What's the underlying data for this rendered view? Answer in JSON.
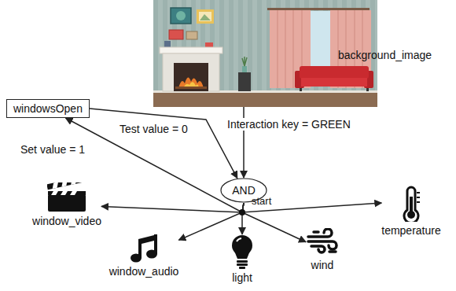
{
  "diagram": {
    "nodes": [
      {
        "text": [
          "background_image"
        ]
      },
      {
        "text": [
          "windowsOpen"
        ]
      },
      {
        "text": [
          "AND"
        ]
      },
      {
        "text": [
          "window_video"
        ]
      },
      {
        "text": [
          "temperature"
        ]
      },
      {
        "text": [
          "window_audio"
        ]
      },
      {
        "text": [
          "light"
        ]
      },
      {
        "text": [
          "wind"
        ]
      }
    ],
    "edges": [
      {
        "from": 0,
        "to": 2,
        "arrow": "to",
        "label": "Interaction key = GREEN"
      },
      {
        "from": 1,
        "to": 2,
        "arrow": "to",
        "label": "Test value = 0"
      },
      {
        "from": 2,
        "to": 1,
        "arrow": "to",
        "label": "Set value = 1"
      },
      {
        "from": 2,
        "to": 3,
        "arrow": "to"
      },
      {
        "from": 2,
        "to": 5,
        "arrow": "to"
      },
      {
        "from": 2,
        "to": 6,
        "arrow": "to"
      },
      {
        "from": 2,
        "to": 7,
        "arrow": "to"
      },
      {
        "from": 2,
        "to": 4,
        "arrow": "to"
      }
    ],
    "labels": [
      "start"
    ]
  }
}
